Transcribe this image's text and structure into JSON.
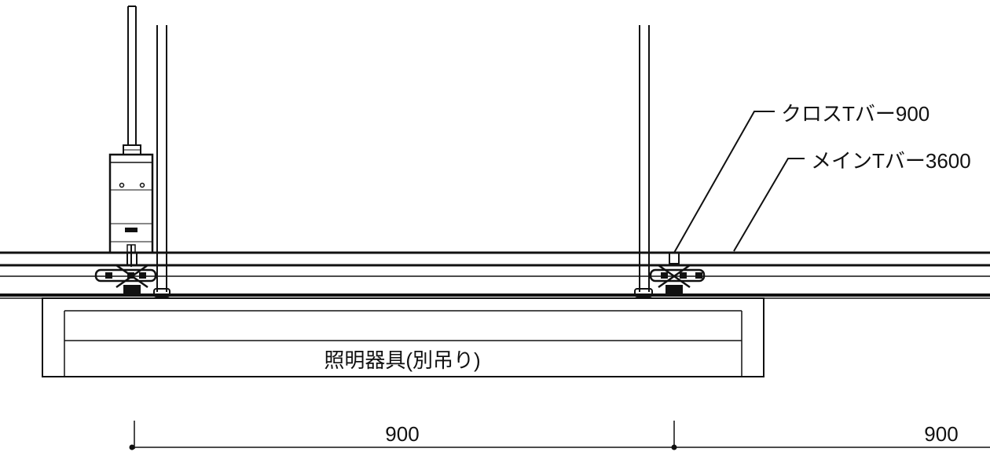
{
  "labels": {
    "cross_tbar": "クロスTバー900",
    "main_tbar": "メインTバー3600",
    "fixture": "照明器具(別吊り)"
  },
  "dimensions": {
    "span_left": "900",
    "span_right": "900"
  },
  "colors": {
    "line": "#111111",
    "background": "#ffffff"
  }
}
